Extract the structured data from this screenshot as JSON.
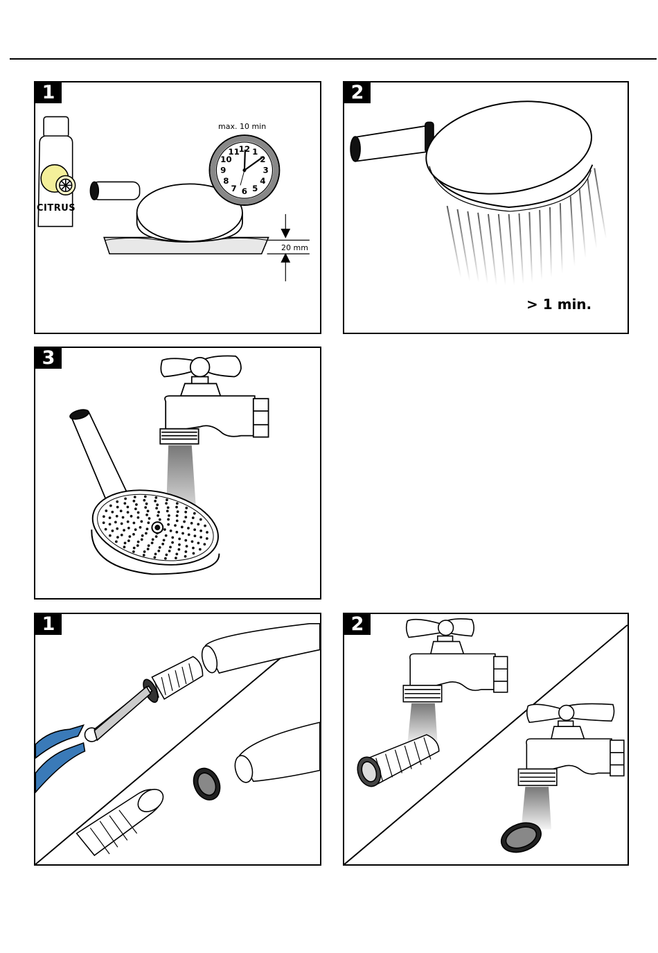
{
  "panels": [
    {
      "number": "1",
      "citrus_label": "CITRUS",
      "time_label": "max. 10 min",
      "depth_label": "20 mm",
      "clock_numbers": [
        "12",
        "1",
        "2",
        "3",
        "4",
        "5",
        "6",
        "7",
        "8",
        "9",
        "10",
        "11"
      ]
    },
    {
      "number": "2",
      "duration_label": "> 1 min."
    },
    {
      "number": "3"
    },
    {
      "number": "1"
    },
    {
      "number": "2"
    }
  ]
}
